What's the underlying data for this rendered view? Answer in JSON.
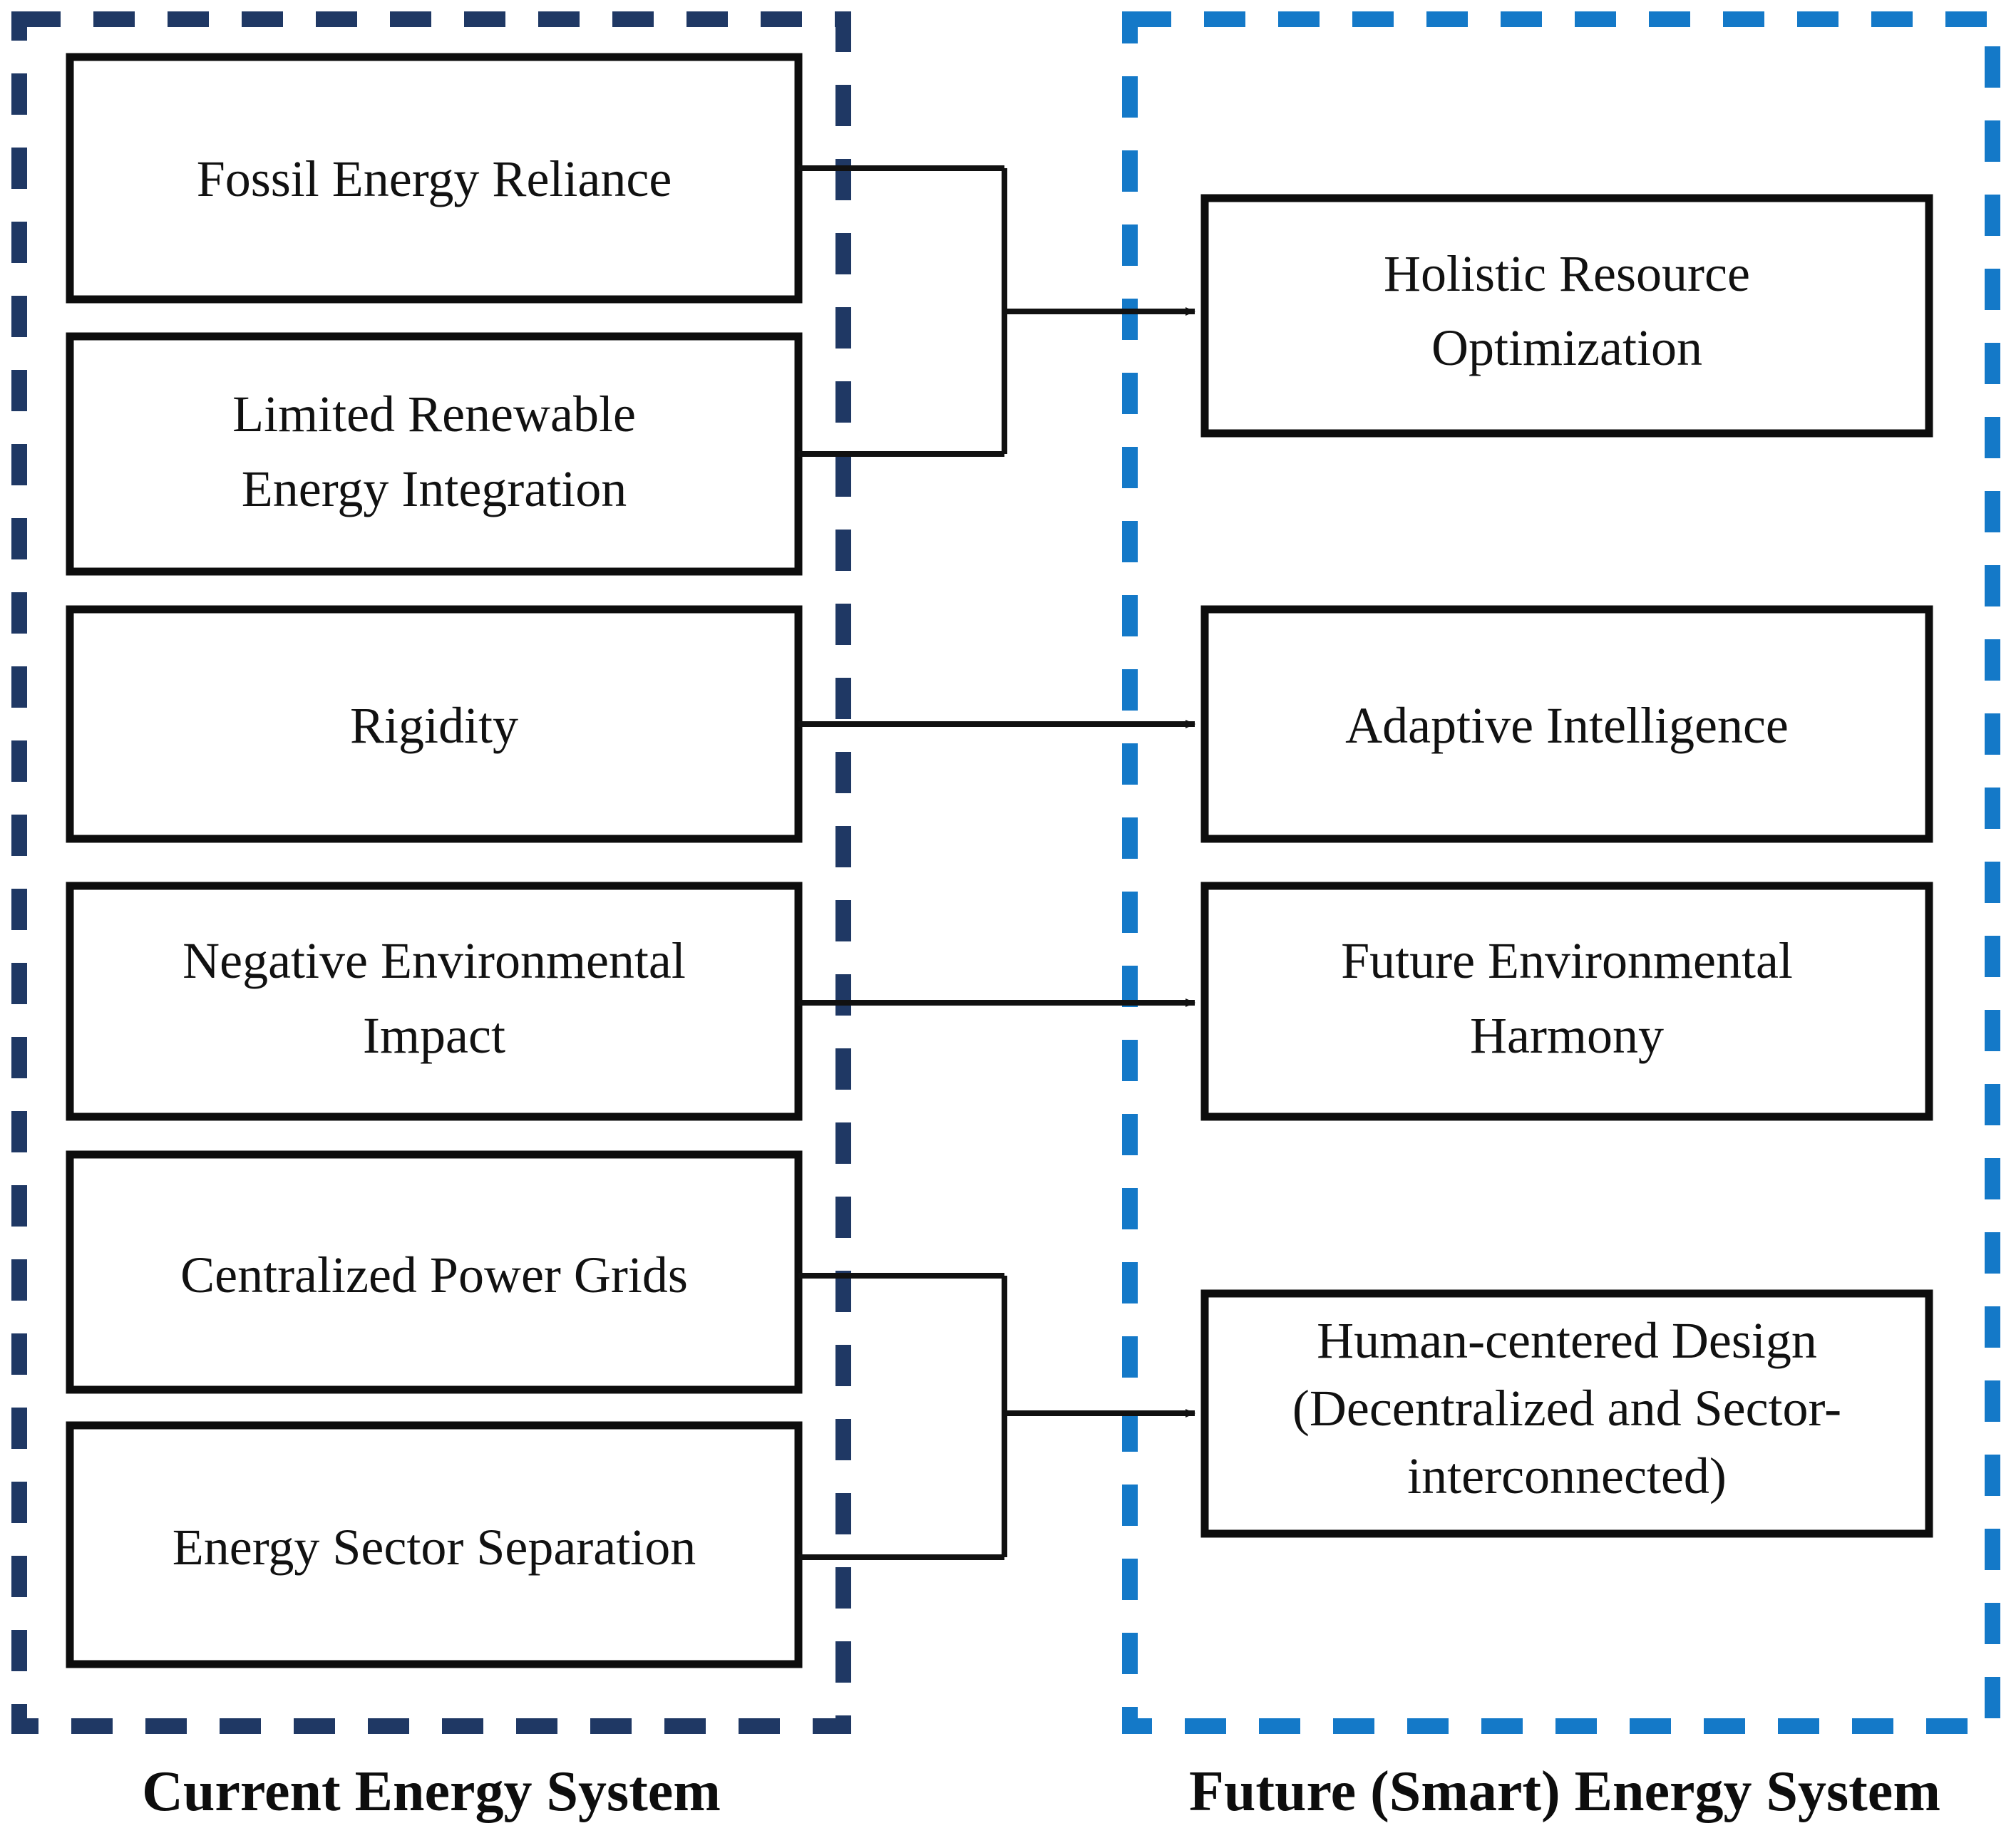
{
  "figure": {
    "type": "comparison-flow-diagram",
    "background_color": "#ffffff",
    "box_border_color": "#0d0d0d",
    "connector_color": "#111111"
  },
  "panels": {
    "left": {
      "caption": "Current Energy System",
      "border_color": "#1F3864",
      "border_style": "dashed",
      "items": [
        {
          "id": "fossil-energy-reliance",
          "lines": [
            "Fossil Energy Reliance"
          ]
        },
        {
          "id": "limited-renewable-energy-integration",
          "lines": [
            "Limited Renewable",
            "Energy Integration"
          ]
        },
        {
          "id": "rigidity",
          "lines": [
            "Rigidity"
          ]
        },
        {
          "id": "negative-environmental-impact",
          "lines": [
            "Negative Environmental",
            "Impact"
          ]
        },
        {
          "id": "centralized-power-grids",
          "lines": [
            "Centralized Power Grids"
          ]
        },
        {
          "id": "energy-sector-separation",
          "lines": [
            "Energy Sector Separation"
          ]
        }
      ]
    },
    "right": {
      "caption": "Future (Smart) Energy System",
      "border_color": "#1479C8",
      "border_style": "dashed",
      "items": [
        {
          "id": "holistic-resource-optimization",
          "lines": [
            "Holistic Resource",
            "Optimization"
          ]
        },
        {
          "id": "adaptive-intelligence",
          "lines": [
            "Adaptive Intelligence"
          ]
        },
        {
          "id": "future-environmental-harmony",
          "lines": [
            "Future Environmental",
            "Harmony"
          ]
        },
        {
          "id": "human-centered-design",
          "lines": [
            "Human-centered Design",
            "(Decentralized and Sector-",
            "interconnected)"
          ]
        }
      ]
    }
  },
  "connections": [
    {
      "from": [
        "fossil-energy-reliance",
        "limited-renewable-energy-integration"
      ],
      "to": "holistic-resource-optimization",
      "style": "merge-arrow"
    },
    {
      "from": [
        "rigidity"
      ],
      "to": "adaptive-intelligence",
      "style": "direct-arrow"
    },
    {
      "from": [
        "negative-environmental-impact"
      ],
      "to": "future-environmental-harmony",
      "style": "direct-arrow"
    },
    {
      "from": [
        "centralized-power-grids",
        "energy-sector-separation"
      ],
      "to": "human-centered-design",
      "style": "merge-arrow"
    }
  ]
}
